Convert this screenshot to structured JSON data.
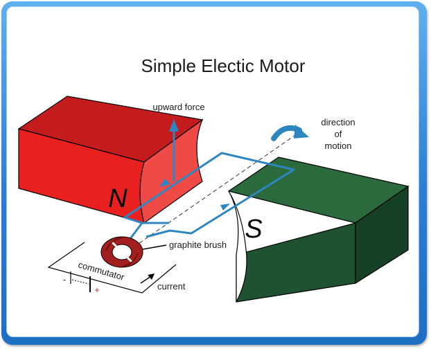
{
  "title": "Simple Electic Motor",
  "labels": {
    "upward_force": "upward force",
    "direction": "direction",
    "of": "of",
    "motion": "motion",
    "pole_north": "N",
    "pole_south": "S",
    "graphite_brush": "graphite brush",
    "commutator": "commutator",
    "current": "current",
    "minus": "-",
    "plus": "+"
  },
  "colors": {
    "frame": "#2a7ed3",
    "north_magnet": "#e8201f",
    "south_magnet": "#1e5230",
    "wire": "#2e86c1",
    "commutator": "#a31f1f",
    "plus_sign": "#d0202c"
  }
}
